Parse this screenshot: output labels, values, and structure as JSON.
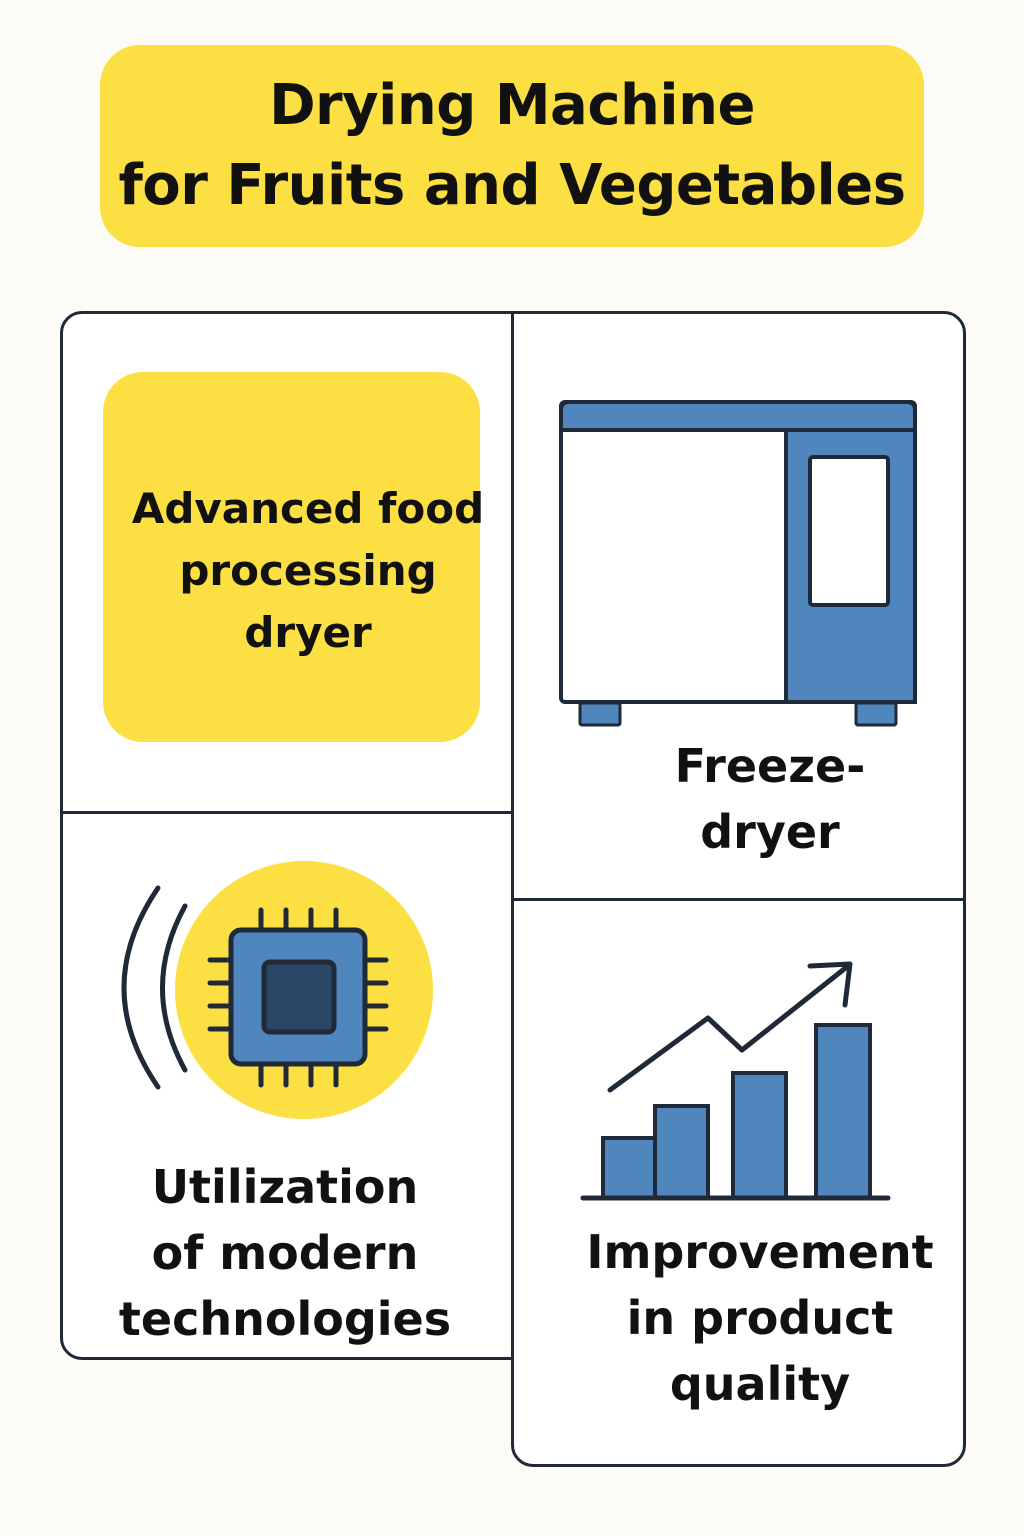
{
  "title": {
    "line1": "Drying Machine",
    "line2": "for Fruits and Vegetables"
  },
  "panels": {
    "advanced": {
      "lines": [
        "Advanced food",
        "processing",
        "dryer"
      ]
    },
    "freeze": {
      "lines": [
        "Freeze-",
        "dryer"
      ],
      "icon": "freeze-dryer-icon"
    },
    "technology": {
      "lines": [
        "Utilization",
        "of modern",
        "technologies"
      ],
      "icon": "microchip-icon"
    },
    "quality": {
      "lines": [
        "Improvement",
        "in product",
        "quality"
      ],
      "icon": "growth-chart-icon"
    }
  },
  "colors": {
    "yellow": "#fbdf43",
    "blue": "#4f86bd",
    "dark_blue": "#2b4766",
    "outline": "#1f2937",
    "background": "#fcfbf6"
  }
}
